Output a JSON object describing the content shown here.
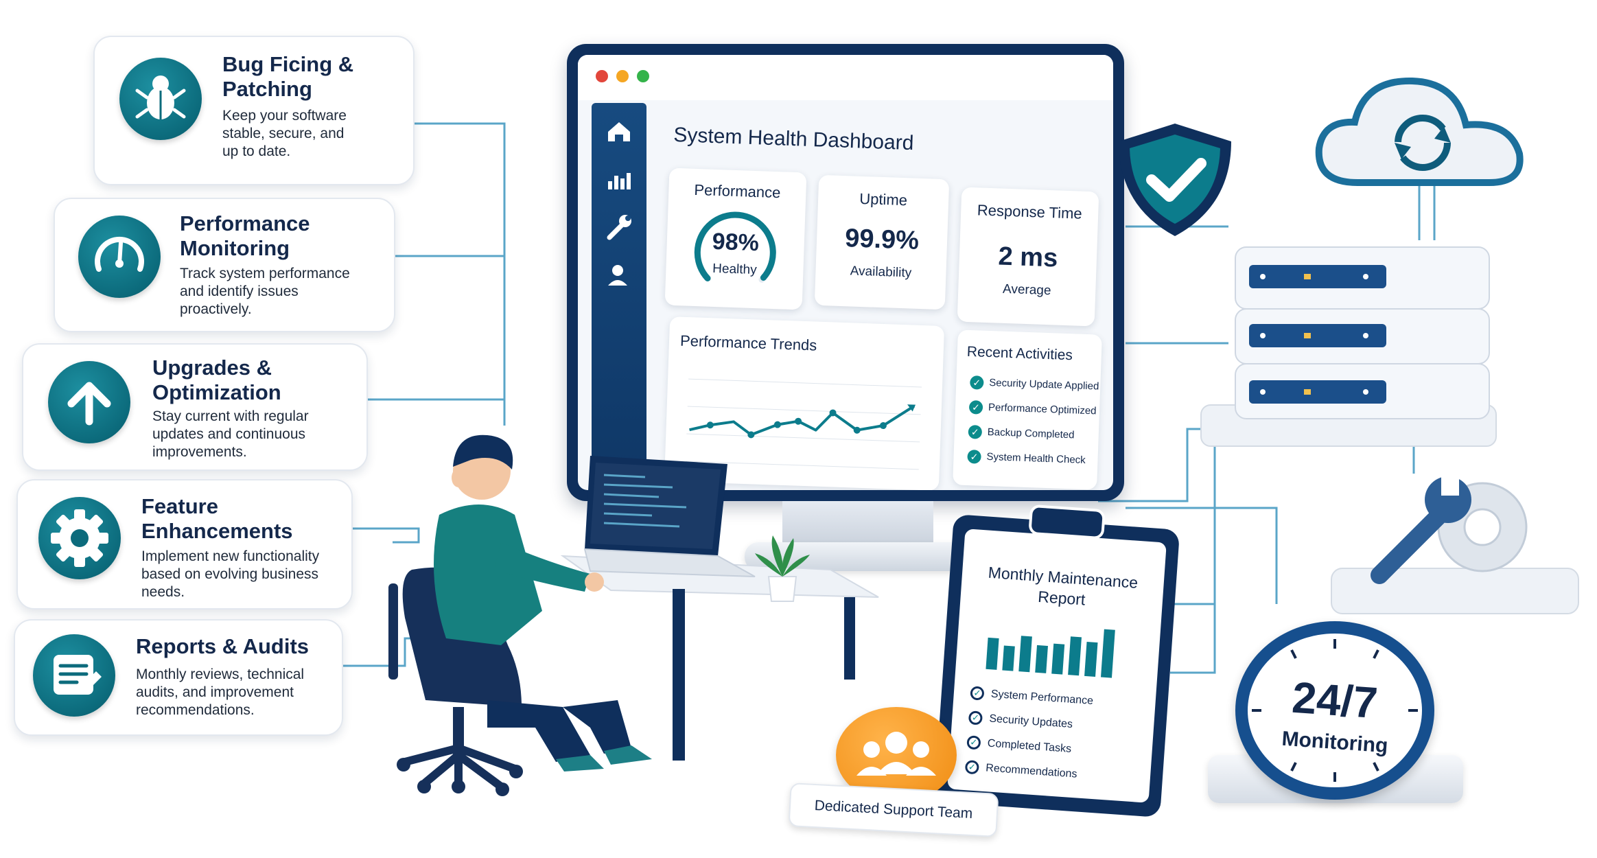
{
  "features": [
    {
      "title": "Bug Ficing &\nPatching",
      "description": "Keep your software\nstable, secure, and\nup to date.",
      "icon": "bug-icon"
    },
    {
      "title": "Performance\nMonitoring",
      "description": "Track system performance\nand identify issues\nproactively.",
      "icon": "gauge-icon"
    },
    {
      "title": "Upgrades &\nOptimization",
      "description": "Stay current with regular\nupdates and continuous\nimprovements.",
      "icon": "arrow-up-icon"
    },
    {
      "title": "Feature\nEnhancements",
      "description": "Implement new functionality\nbased on evolving business\nneeds.",
      "icon": "gear-icon"
    },
    {
      "title": "Reports & Audits",
      "description": "Monthly reviews, technical\naudits, and improvement\nrecommendations.",
      "icon": "report-icon"
    }
  ],
  "dashboard": {
    "title": "System Health Dashboard",
    "stats": [
      {
        "label": "Performance",
        "value": "98%",
        "sub": "Healthy",
        "gauge_fraction": 0.98
      },
      {
        "label": "Uptime",
        "value": "99.9%",
        "sub": "Availability"
      },
      {
        "label": "Response Time",
        "value": "2 ms",
        "sub": "Average"
      }
    ],
    "trends_title": "Performance Trends",
    "activities_title": "Recent Activities",
    "activities": [
      "Security Update Applied",
      "Performance Optimized",
      "Backup Completed",
      "System Health Check"
    ],
    "sidebar_icons": [
      "home-icon",
      "bar-chart-icon",
      "wrench-icon",
      "user-icon"
    ]
  },
  "report": {
    "title": "Monthly Maintenance\nReport",
    "items": [
      "System Performance",
      "Security Updates",
      "Completed Tasks",
      "Recommendations"
    ]
  },
  "support_label": "Dedicated Support Team",
  "monitoring": {
    "big": "24/7",
    "small": "Monitoring"
  },
  "colors": {
    "navy": "#0f2f5c",
    "teal": "#0c6b7c",
    "orange": "#f59a1f",
    "line": "#5aa5c8"
  }
}
